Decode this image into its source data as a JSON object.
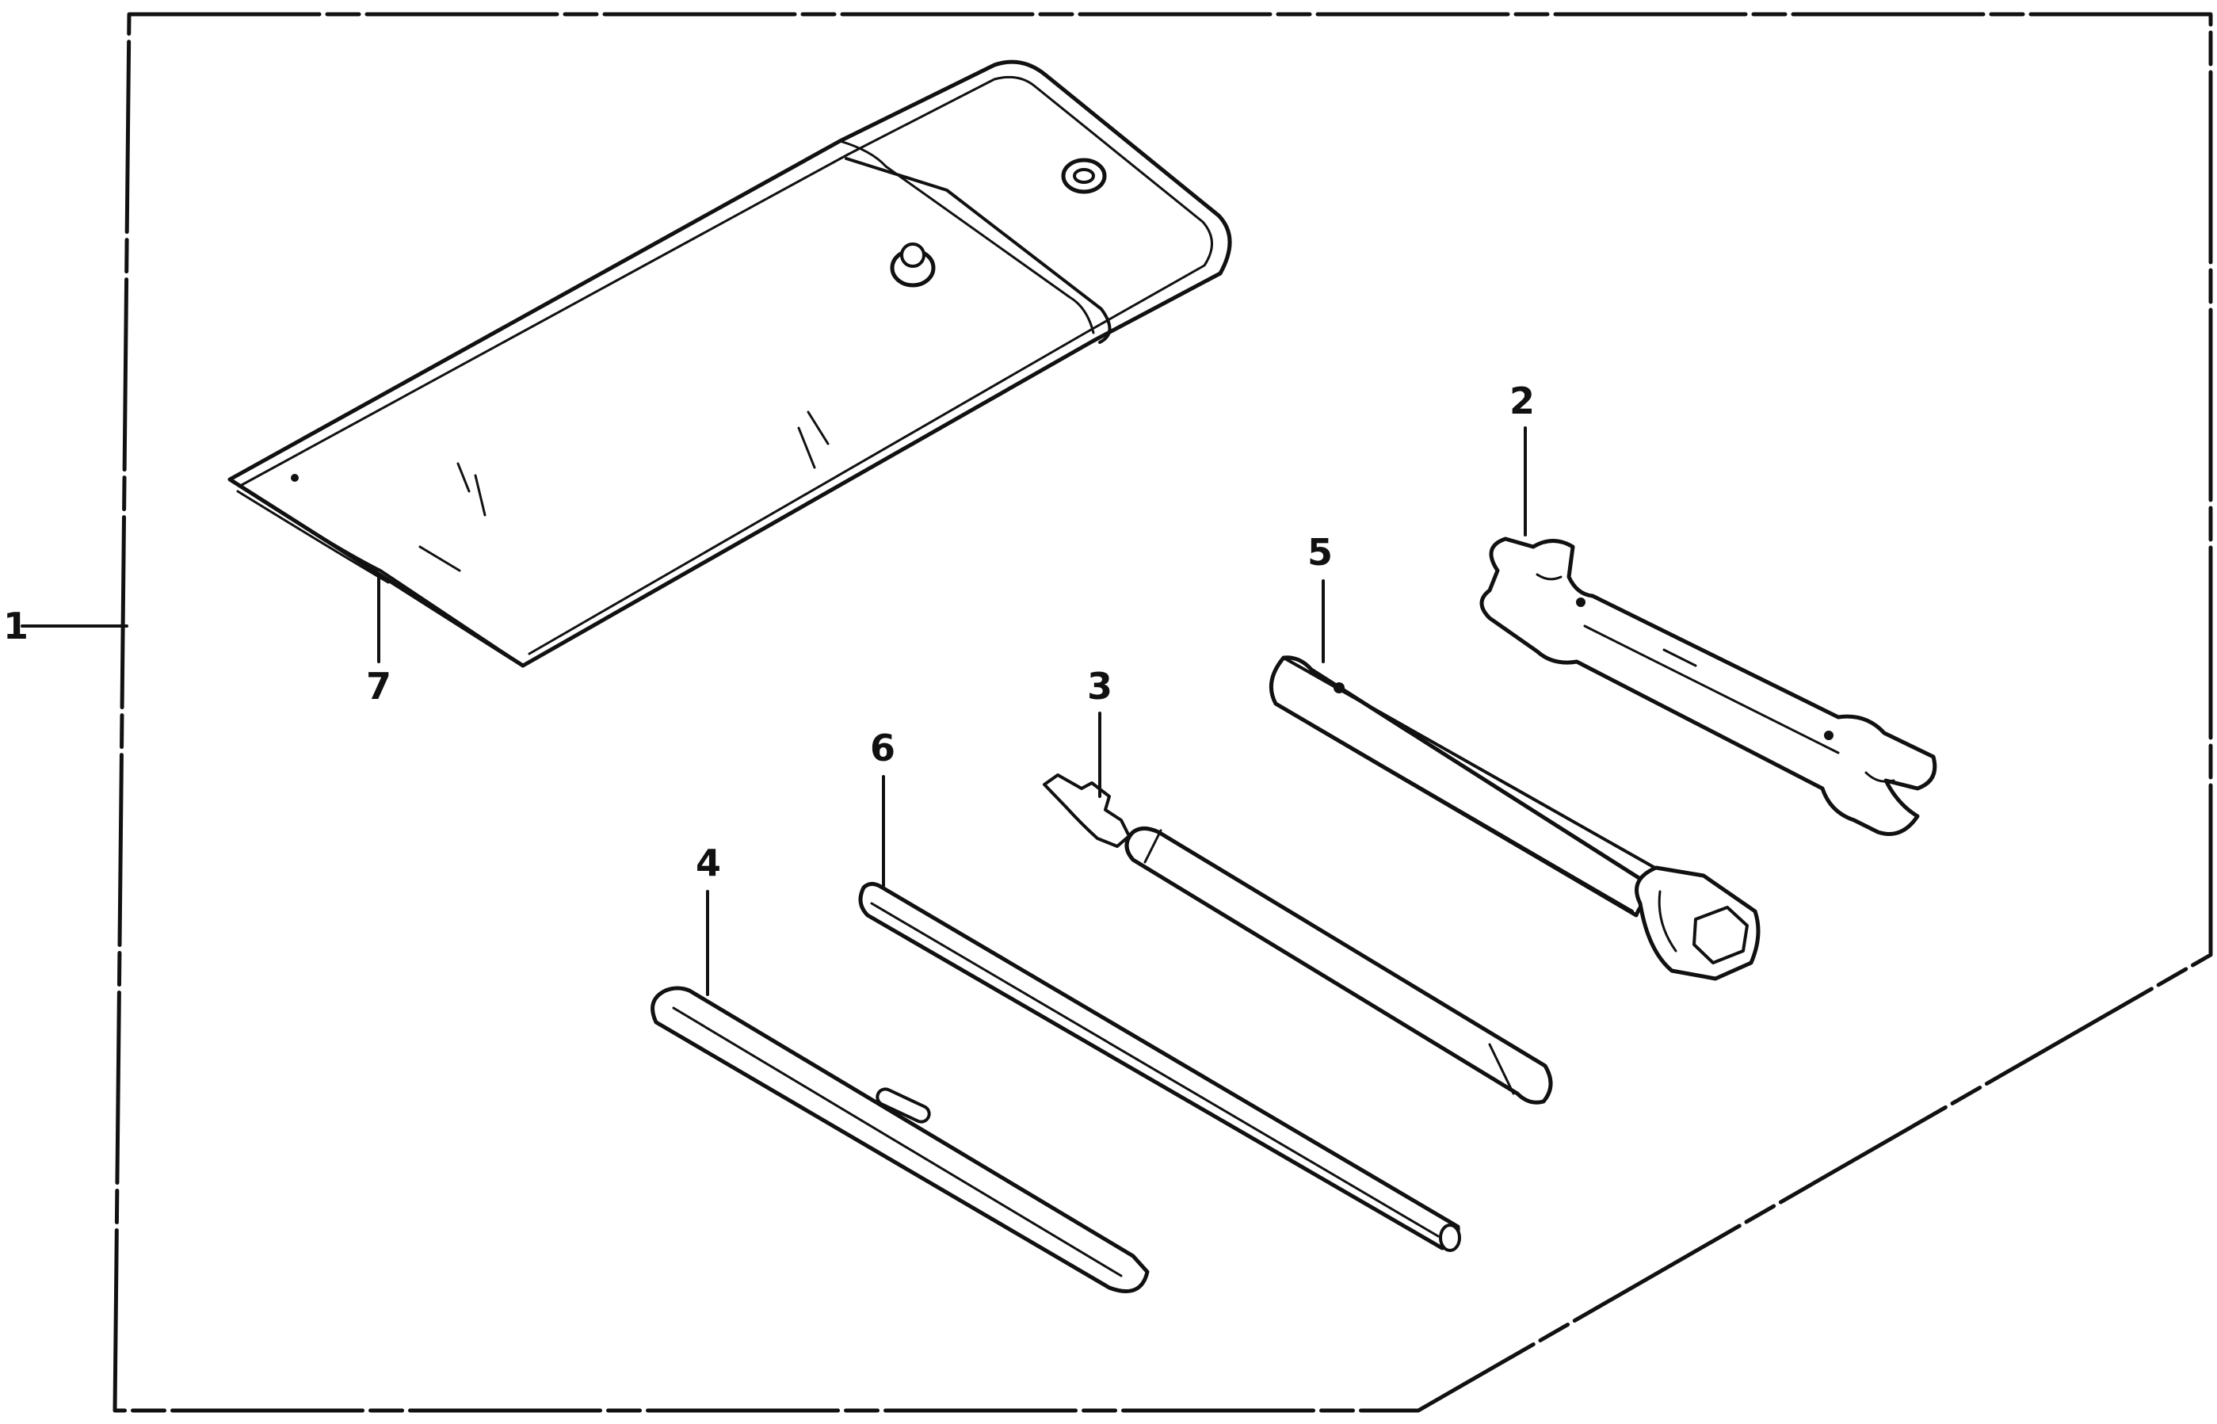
{
  "callouts": {
    "kit": "1",
    "wrench": "2",
    "screwdriver": "3",
    "handle_bar": "4",
    "plug_wrench": "5",
    "extension_bar": "6",
    "tool_bag": "7"
  },
  "colors": {
    "ink": "#111111",
    "paper": "#ffffff"
  }
}
